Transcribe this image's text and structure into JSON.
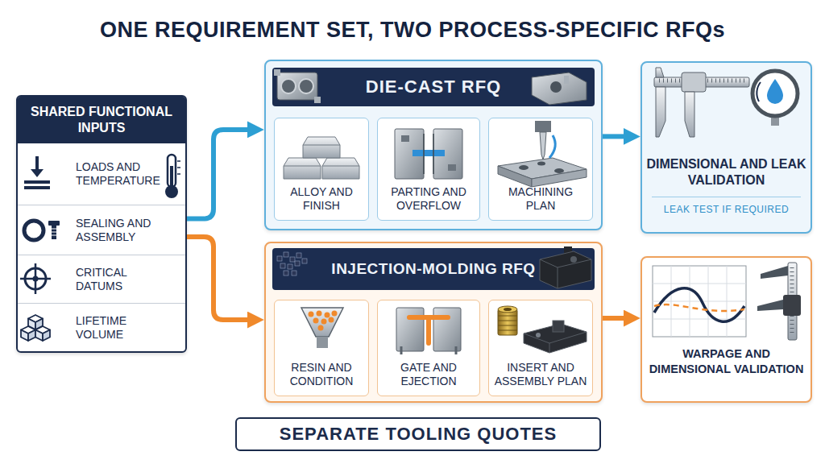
{
  "diagram": {
    "title": "ONE REQUIREMENT SET, TWO PROCESS-SPECIFIC RFQs",
    "nodes": [
      {
        "text": [
          "SHARED FUNCTIONAL INPUTS"
        ]
      },
      {
        "text": [
          "LOADS AND TEMPERATURE"
        ],
        "in": 0
      },
      {
        "text": [
          "SEALING AND ASSEMBLY"
        ],
        "in": 0
      },
      {
        "text": [
          "CRITICAL DATUMS"
        ],
        "in": 0
      },
      {
        "text": [
          "LIFETIME VOLUME"
        ],
        "in": 0
      },
      {
        "text": [
          "DIE-CAST RFQ"
        ]
      },
      {
        "text": [
          "ALLOY AND FINISH"
        ],
        "in": 5
      },
      {
        "text": [
          "PARTING AND OVERFLOW"
        ],
        "in": 5
      },
      {
        "text": [
          "MACHINING PLAN"
        ],
        "in": 5
      },
      {
        "text": [
          "DIMENSIONAL AND LEAK VALIDATION",
          "LEAK TEST IF REQUIRED"
        ]
      },
      {
        "text": [
          "INJECTION-MOLDING RFQ"
        ]
      },
      {
        "text": [
          "RESIN AND CONDITION"
        ],
        "in": 10
      },
      {
        "text": [
          "GATE AND EJECTION"
        ],
        "in": 10
      },
      {
        "text": [
          "INSERT AND ASSEMBLY PLAN"
        ],
        "in": 10
      },
      {
        "text": [
          "WARPAGE AND DIMENSIONAL VALIDATION"
        ]
      },
      {
        "text": [
          "SEPARATE TOOLING QUOTES"
        ]
      }
    ],
    "edges": [
      {
        "from": 0,
        "to": 5,
        "arrow": "to"
      },
      {
        "from": 0,
        "to": 10,
        "arrow": "to"
      },
      {
        "from": 5,
        "to": 9,
        "arrow": "to"
      },
      {
        "from": 10,
        "to": 14,
        "arrow": "to"
      }
    ]
  }
}
